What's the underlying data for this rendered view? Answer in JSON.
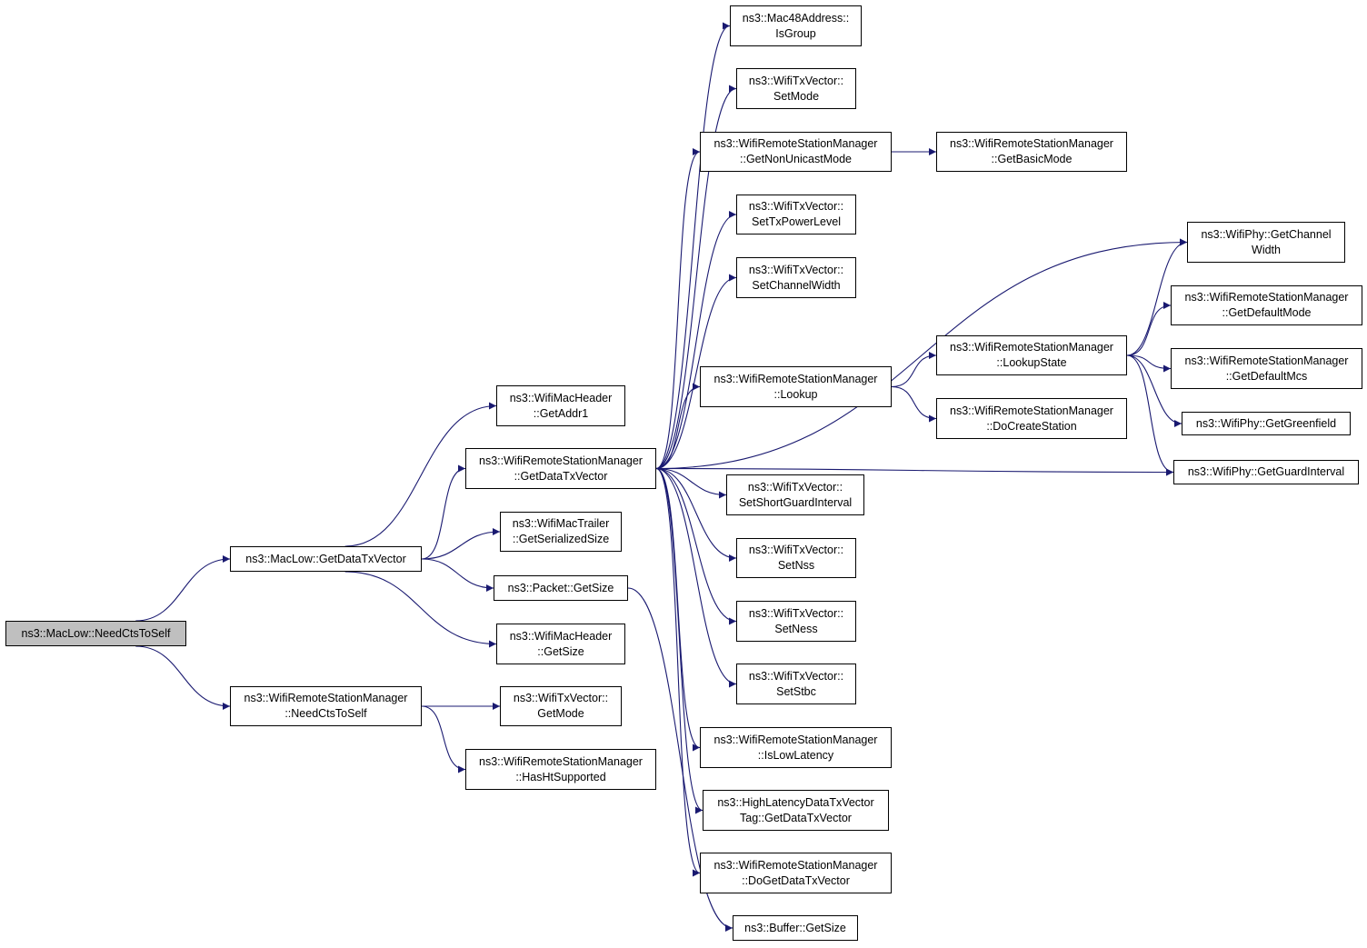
{
  "graph": {
    "edge_color": "#191970",
    "root_fill": "#bfbfbf",
    "nodes": [
      {
        "id": "root",
        "lines": [
          "ns3::MacLow::NeedCtsToSelf"
        ]
      },
      {
        "id": "maclow_getdatatxvector",
        "lines": [
          "ns3::MacLow::GetDataTxVector"
        ]
      },
      {
        "id": "wrsm_needctstoself",
        "lines": [
          "ns3::WifiRemoteStationManager",
          "::NeedCtsToSelf"
        ]
      },
      {
        "id": "macheader_getaddr1",
        "lines": [
          "ns3::WifiMacHeader",
          "::GetAddr1"
        ]
      },
      {
        "id": "wrsm_getdatatxvector",
        "lines": [
          "ns3::WifiRemoteStationManager",
          "::GetDataTxVector"
        ]
      },
      {
        "id": "mactrailer_getserializedsize",
        "lines": [
          "ns3::WifiMacTrailer",
          "::GetSerializedSize"
        ]
      },
      {
        "id": "packet_getsize",
        "lines": [
          "ns3::Packet::GetSize"
        ]
      },
      {
        "id": "macheader_getsize",
        "lines": [
          "ns3::WifiMacHeader",
          "::GetSize"
        ]
      },
      {
        "id": "txvector_getmode",
        "lines": [
          "ns3::WifiTxVector::",
          "GetMode"
        ]
      },
      {
        "id": "wrsm_hashtsupported",
        "lines": [
          "ns3::WifiRemoteStationManager",
          "::HasHtSupported"
        ]
      },
      {
        "id": "mac48_isgroup",
        "lines": [
          "ns3::Mac48Address::",
          "IsGroup"
        ]
      },
      {
        "id": "txvector_setmode",
        "lines": [
          "ns3::WifiTxVector::",
          "SetMode"
        ]
      },
      {
        "id": "wrsm_getnonunicastmode",
        "lines": [
          "ns3::WifiRemoteStationManager",
          "::GetNonUnicastMode"
        ]
      },
      {
        "id": "txvector_settxpowerlevel",
        "lines": [
          "ns3::WifiTxVector::",
          "SetTxPowerLevel"
        ]
      },
      {
        "id": "txvector_setchannelwidth",
        "lines": [
          "ns3::WifiTxVector::",
          "SetChannelWidth"
        ]
      },
      {
        "id": "wrsm_lookup",
        "lines": [
          "ns3::WifiRemoteStationManager",
          "::Lookup"
        ]
      },
      {
        "id": "txvector_setshortguardinterval",
        "lines": [
          "ns3::WifiTxVector::",
          "SetShortGuardInterval"
        ]
      },
      {
        "id": "txvector_setnss",
        "lines": [
          "ns3::WifiTxVector::",
          "SetNss"
        ]
      },
      {
        "id": "txvector_setness",
        "lines": [
          "ns3::WifiTxVector::",
          "SetNess"
        ]
      },
      {
        "id": "txvector_setstbc",
        "lines": [
          "ns3::WifiTxVector::",
          "SetStbc"
        ]
      },
      {
        "id": "wrsm_islowlatency",
        "lines": [
          "ns3::WifiRemoteStationManager",
          "::IsLowLatency"
        ]
      },
      {
        "id": "highlatency_getdatatxvector",
        "lines": [
          "ns3::HighLatencyDataTxVector",
          "Tag::GetDataTxVector"
        ]
      },
      {
        "id": "wrsm_dogetdatatxvector",
        "lines": [
          "ns3::WifiRemoteStationManager",
          "::DoGetDataTxVector"
        ]
      },
      {
        "id": "buffer_getsize",
        "lines": [
          "ns3::Buffer::GetSize"
        ]
      },
      {
        "id": "wrsm_getbasicmode",
        "lines": [
          "ns3::WifiRemoteStationManager",
          "::GetBasicMode"
        ]
      },
      {
        "id": "wrsm_lookupstate",
        "lines": [
          "ns3::WifiRemoteStationManager",
          "::LookupState"
        ]
      },
      {
        "id": "wrsm_docreatestation",
        "lines": [
          "ns3::WifiRemoteStationManager",
          "::DoCreateStation"
        ]
      },
      {
        "id": "wifiphy_getchannelwidth",
        "lines": [
          "ns3::WifiPhy::GetChannel",
          "Width"
        ]
      },
      {
        "id": "wrsm_getdefaultmode",
        "lines": [
          "ns3::WifiRemoteStationManager",
          "::GetDefaultMode"
        ]
      },
      {
        "id": "wrsm_getdefaultmcs",
        "lines": [
          "ns3::WifiRemoteStationManager",
          "::GetDefaultMcs"
        ]
      },
      {
        "id": "wifiphy_getgreenfield",
        "lines": [
          "ns3::WifiPhy::GetGreenfield"
        ]
      },
      {
        "id": "wifiphy_getguardinterval",
        "lines": [
          "ns3::WifiPhy::GetGuardInterval"
        ]
      }
    ],
    "edges": [
      [
        "root",
        "maclow_getdatatxvector"
      ],
      [
        "root",
        "wrsm_needctstoself"
      ],
      [
        "maclow_getdatatxvector",
        "macheader_getaddr1"
      ],
      [
        "maclow_getdatatxvector",
        "wrsm_getdatatxvector"
      ],
      [
        "maclow_getdatatxvector",
        "mactrailer_getserializedsize"
      ],
      [
        "maclow_getdatatxvector",
        "packet_getsize"
      ],
      [
        "maclow_getdatatxvector",
        "macheader_getsize"
      ],
      [
        "wrsm_needctstoself",
        "txvector_getmode"
      ],
      [
        "wrsm_needctstoself",
        "wrsm_hashtsupported"
      ],
      [
        "wrsm_getdatatxvector",
        "mac48_isgroup"
      ],
      [
        "wrsm_getdatatxvector",
        "txvector_setmode"
      ],
      [
        "wrsm_getdatatxvector",
        "wrsm_getnonunicastmode"
      ],
      [
        "wrsm_getdatatxvector",
        "txvector_settxpowerlevel"
      ],
      [
        "wrsm_getdatatxvector",
        "txvector_setchannelwidth"
      ],
      [
        "wrsm_getdatatxvector",
        "wifiphy_getchannelwidth"
      ],
      [
        "wrsm_getdatatxvector",
        "wrsm_lookup"
      ],
      [
        "wrsm_getdatatxvector",
        "wifiphy_getguardinterval"
      ],
      [
        "wrsm_getdatatxvector",
        "txvector_setshortguardinterval"
      ],
      [
        "wrsm_getdatatxvector",
        "txvector_setnss"
      ],
      [
        "wrsm_getdatatxvector",
        "txvector_setness"
      ],
      [
        "wrsm_getdatatxvector",
        "txvector_setstbc"
      ],
      [
        "wrsm_getdatatxvector",
        "wrsm_islowlatency"
      ],
      [
        "wrsm_getdatatxvector",
        "highlatency_getdatatxvector"
      ],
      [
        "wrsm_getdatatxvector",
        "wrsm_dogetdatatxvector"
      ],
      [
        "packet_getsize",
        "buffer_getsize"
      ],
      [
        "wrsm_getnonunicastmode",
        "wrsm_getbasicmode"
      ],
      [
        "wrsm_lookup",
        "wrsm_lookupstate"
      ],
      [
        "wrsm_lookup",
        "wrsm_docreatestation"
      ],
      [
        "wrsm_lookupstate",
        "wifiphy_getchannelwidth"
      ],
      [
        "wrsm_lookupstate",
        "wrsm_getdefaultmode"
      ],
      [
        "wrsm_lookupstate",
        "wrsm_getdefaultmcs"
      ],
      [
        "wrsm_lookupstate",
        "wifiphy_getgreenfield"
      ],
      [
        "wrsm_lookupstate",
        "wifiphy_getguardinterval"
      ]
    ]
  }
}
